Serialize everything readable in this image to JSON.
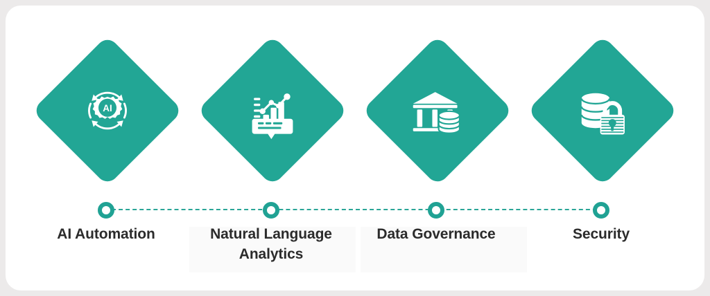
{
  "card": {
    "background_color": "#ffffff",
    "page_background_color": "#eceaea",
    "accent_color": "#22a695",
    "text_color": "#2b2b2b"
  },
  "steps": [
    {
      "id": "ai-automation",
      "label": "AI Automation",
      "icon": "ai-gear-cycle-icon",
      "node_color": "#20a294",
      "tile_color": "#22a695"
    },
    {
      "id": "natural-language-analytics",
      "label": "Natural Language Analytics",
      "icon": "chat-analytics-chart-icon",
      "node_color": "#20a294",
      "tile_color": "#22a695"
    },
    {
      "id": "data-governance",
      "label": "Data Governance",
      "icon": "bank-database-icon",
      "node_color": "#20a294",
      "tile_color": "#22a695"
    },
    {
      "id": "security",
      "label": "Security",
      "icon": "database-lock-icon",
      "node_color": "#20a294",
      "tile_color": "#22a695"
    }
  ],
  "connector": {
    "style": "dashed",
    "color": "#2aa597"
  }
}
